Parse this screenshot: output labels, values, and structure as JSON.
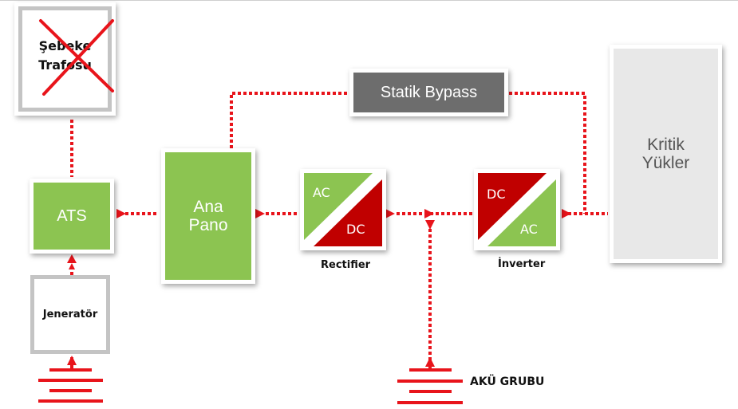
{
  "diagram": {
    "title": "UPS Blok Şeması",
    "nodes": {
      "sebeke": {
        "label_line1": "Şebeke",
        "label_line2": "Trafosu",
        "state": "disabled (crossed out)"
      },
      "ats": {
        "label": "ATS"
      },
      "jenerator": {
        "label": "Jeneratör"
      },
      "ana_pano": {
        "label_line1": "Ana",
        "label_line2": "Pano"
      },
      "rectifier": {
        "top": "AC",
        "bottom": "DC",
        "caption": "Rectifier"
      },
      "inverter": {
        "top": "DC",
        "bottom": "AC",
        "caption": "İnverter"
      },
      "bypass": {
        "label": "Statik Bypass"
      },
      "kritik": {
        "label_line1": "Kritik",
        "label_line2": "Yükler"
      },
      "aku": {
        "label": "AKÜ GRUBU"
      }
    },
    "edges": [
      {
        "from": "Şebeke Trafosu",
        "to": "ATS"
      },
      {
        "from": "Jeneratör",
        "to": "ATS"
      },
      {
        "from": "ATS",
        "to": "Ana Pano"
      },
      {
        "from": "Ana Pano",
        "to": "Rectifier"
      },
      {
        "from": "Rectifier",
        "to": "İnverter"
      },
      {
        "from": "Rectifier",
        "to": "AKÜ GRUBU"
      },
      {
        "from": "AKÜ GRUBU",
        "to": "Rectifier/İnverter DC bus"
      },
      {
        "from": "İnverter",
        "to": "Kritik Yükler"
      },
      {
        "from": "Ana Pano",
        "to": "Statik Bypass"
      },
      {
        "from": "Statik Bypass",
        "to": "Kritik Yükler"
      }
    ],
    "colors": {
      "green": "#8cc451",
      "dark_red": "#c00000",
      "line_red": "#e8141b",
      "bypass_grey": "#6d6d6d",
      "load_grey": "#e8e8e8",
      "frame_grey": "#c4c4c4"
    }
  }
}
